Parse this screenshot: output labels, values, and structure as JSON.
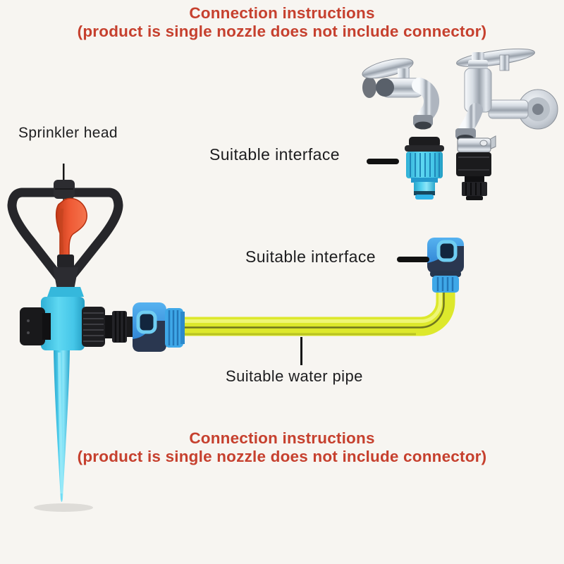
{
  "header": {
    "title": "Connection instructions",
    "subtitle": "(product is single nozzle does not include connector)"
  },
  "footer": {
    "title": "Connection instructions",
    "subtitle": "(product is single nozzle does not include connector)"
  },
  "labels": {
    "sprinkler_head": "Sprinkler head",
    "suitable_interface_top": "Suitable interface",
    "suitable_interface_mid": "Suitable interface",
    "suitable_water_pipe": "Suitable water pipe"
  },
  "colors": {
    "accent_red": "#c6402e",
    "label_black": "#1d1d1f",
    "sprinkler_cyan": "#3cc5e8",
    "connector_blue": "#2f8fe0",
    "connector_navy": "#2a3750",
    "pipe_yellow": "#dde82c",
    "rotor_red": "#ef5a35",
    "frame_black": "#26262a",
    "background": "#f7f5f1"
  }
}
